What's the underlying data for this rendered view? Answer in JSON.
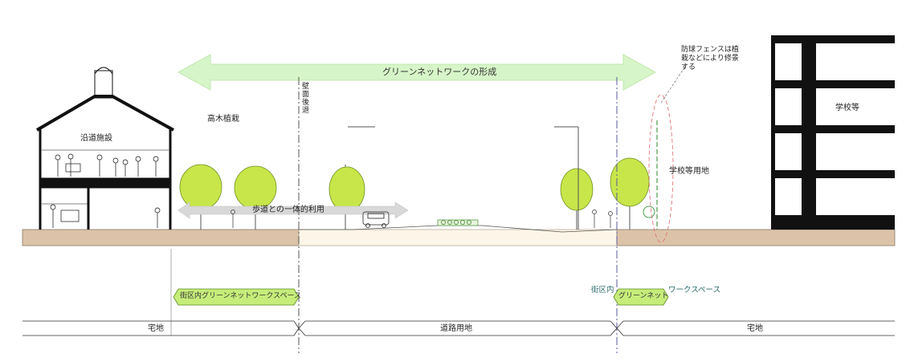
{
  "labels": {
    "green_network": "グリーンネットワークの形成",
    "tall_trees": "高木植栽",
    "roadside_facility": "沿道施設",
    "setback": "壁面後退",
    "sidewalk_use": "歩道との一体的利用",
    "fence_note_line1": "防球フェンスは植",
    "fence_note_line2": "栽などにより修景",
    "fence_note_line3": "する",
    "school_site": "学校等用地",
    "school": "学校等",
    "block_space_left": "街区内グリーンネットワークスペース",
    "block_space_right_prefix": "街区内",
    "block_space_right_tag": "グリーンネット",
    "block_space_right_suffix": "ワークスペース",
    "zone_left": "宅地",
    "zone_middle": "道路用地",
    "zone_right": "宅地"
  },
  "colors": {
    "arrow_green": "#d6f5c8",
    "tree_green": "#c8e64a",
    "ground": "#dcc3a8",
    "road": "#fdf6e8",
    "tag_green": "#c6ec7a",
    "building": "#111111"
  }
}
